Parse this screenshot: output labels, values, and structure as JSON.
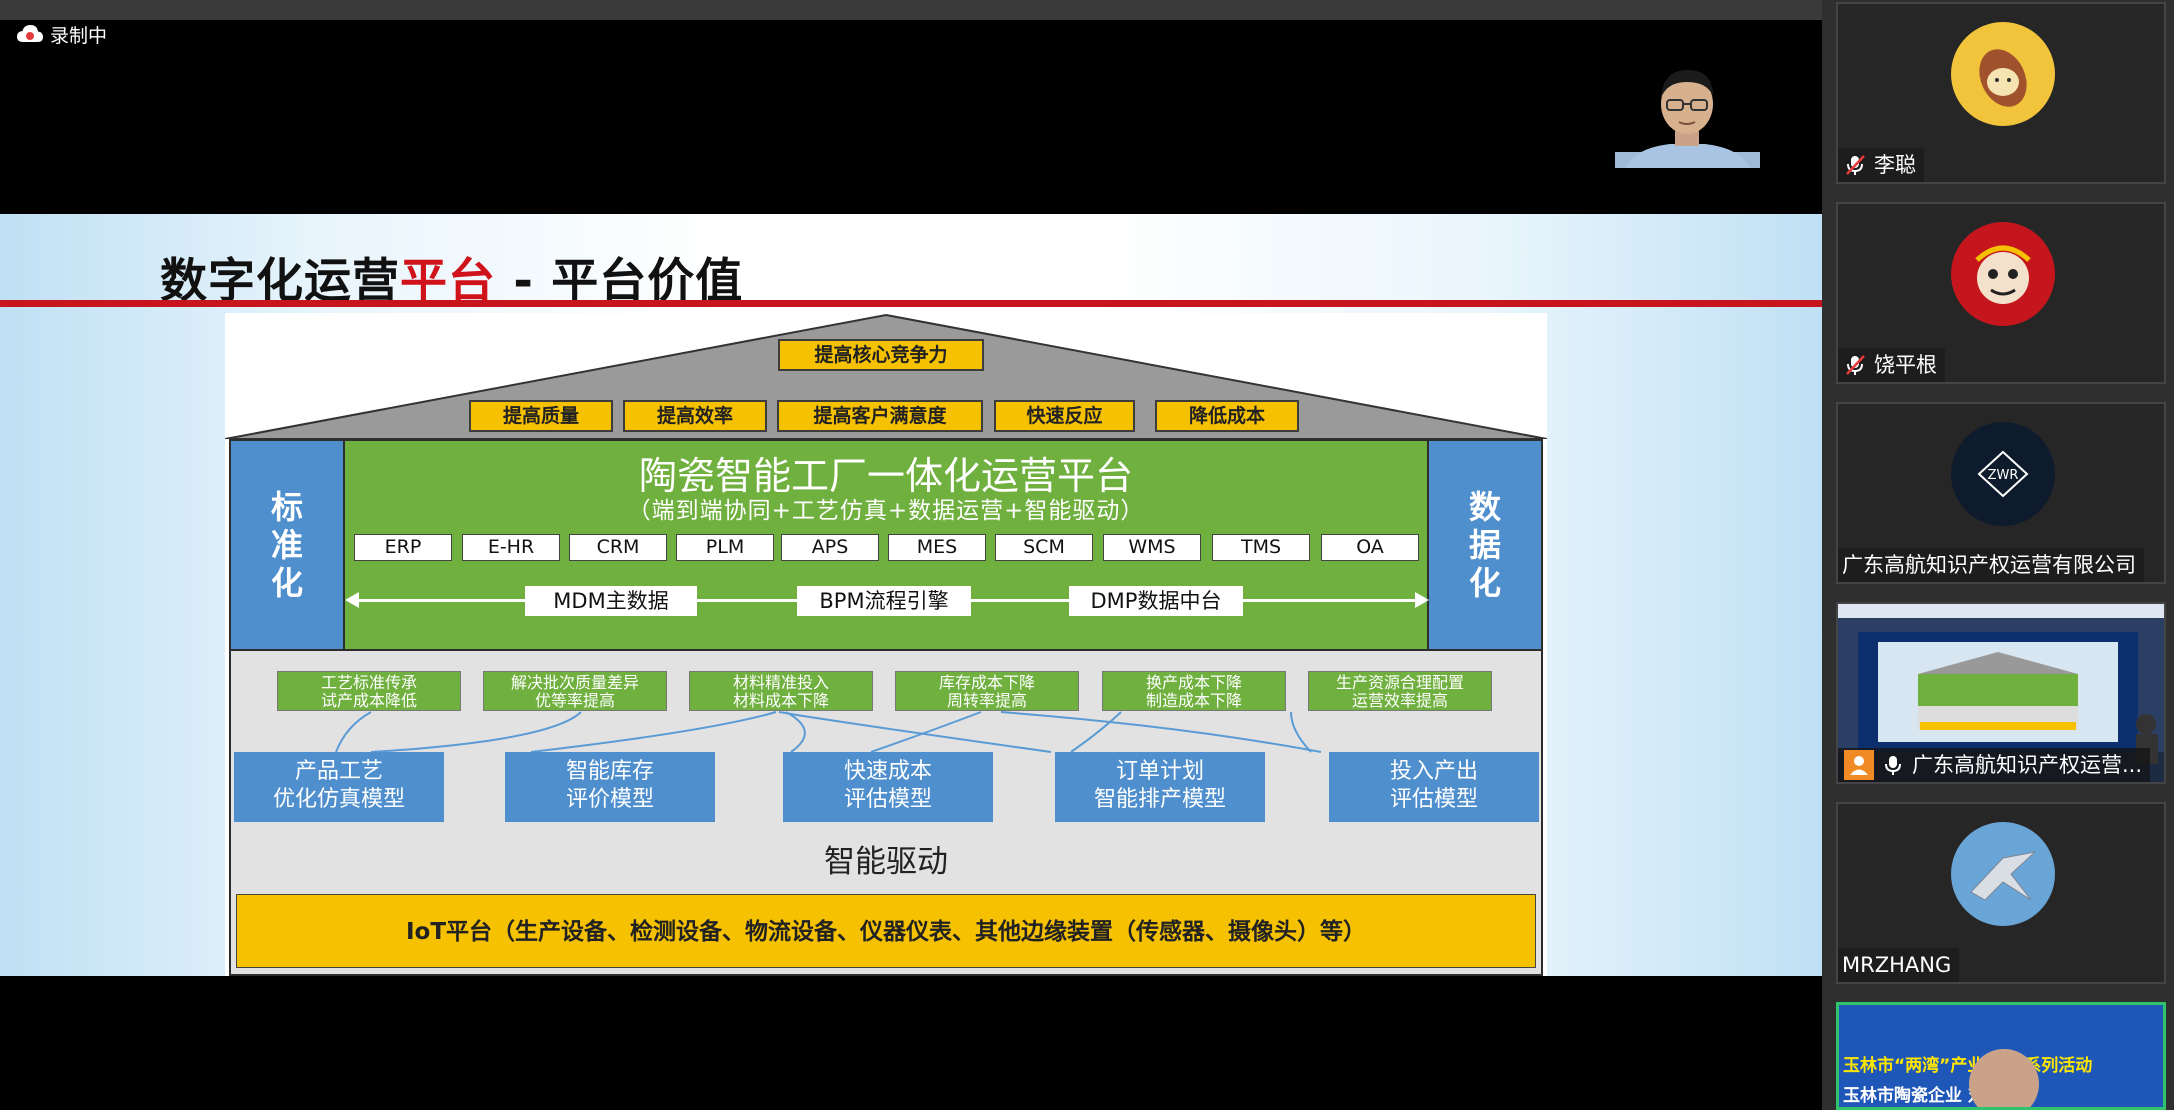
{
  "meeting": {
    "recording_label": "录制中"
  },
  "slide": {
    "title_part1": "数字化运营",
    "title_part2": "平台",
    "title_part3": " - 平台价值",
    "roof_top": "提高核心竞争力",
    "roof_items": [
      "提高质量",
      "提高效率",
      "提高客户满意度",
      "快速反应",
      "降低成本"
    ],
    "left_side": [
      "标",
      "准",
      "化"
    ],
    "right_side": [
      "数",
      "据",
      "化"
    ],
    "platform_title": "陶瓷智能工厂一体化运营平台",
    "platform_subtitle": "（端到端协同+工艺仿真+数据运营+智能驱动）",
    "systems": [
      "ERP",
      "E-HR",
      "CRM",
      "PLM",
      "APS",
      "MES",
      "SCM",
      "WMS",
      "TMS",
      "OA"
    ],
    "middleware": [
      "MDM主数据",
      "BPM流程引擎",
      "DMP数据中台"
    ],
    "benefits": [
      [
        "工艺标准传承",
        "试产成本降低"
      ],
      [
        "解决批次质量差异",
        "优等率提高"
      ],
      [
        "材料精准投入",
        "材料成本下降"
      ],
      [
        "库存成本下降",
        "周转率提高"
      ],
      [
        "换产成本下降",
        "制造成本下降"
      ],
      [
        "生产资源合理配置",
        "运营效率提高"
      ]
    ],
    "models": [
      [
        "产品工艺",
        "优化仿真模型"
      ],
      [
        "智能库存",
        "评价模型"
      ],
      [
        "快速成本",
        "评估模型"
      ],
      [
        "订单计划",
        "智能排产模型"
      ],
      [
        "投入产出",
        "评估模型"
      ]
    ],
    "drive_label": "智能驱动",
    "iot_label": "IoT平台（生产设备、检测设备、物流设备、仪器仪表、其他边缘装置（传感器、摄像头）等）"
  },
  "participants": [
    {
      "name": "李聪",
      "muted": true,
      "avatar": "sweet-potato-avatar"
    },
    {
      "name": "饶平根",
      "muted": true,
      "avatar": "monkey-king-avatar"
    },
    {
      "name": "广东高航知识产权运营有限公司",
      "muted": false,
      "avatar": "zwr-logo-avatar"
    },
    {
      "name": "广东高航知识产权运营...",
      "muted": false,
      "avatar": "video-feed"
    },
    {
      "name": "MRZHANG",
      "muted": false,
      "avatar": "fighter-jet-avatar"
    }
  ],
  "banner": {
    "line1": "玉林市“两湾”产业    发展系列活动",
    "line2": "玉林市陶瓷企业      对接会"
  },
  "colors": {
    "accent_red": "#c8141c",
    "platform_green": "#6fb03e",
    "side_blue": "#4f8fce",
    "roof_yellow": "#f6c100"
  }
}
